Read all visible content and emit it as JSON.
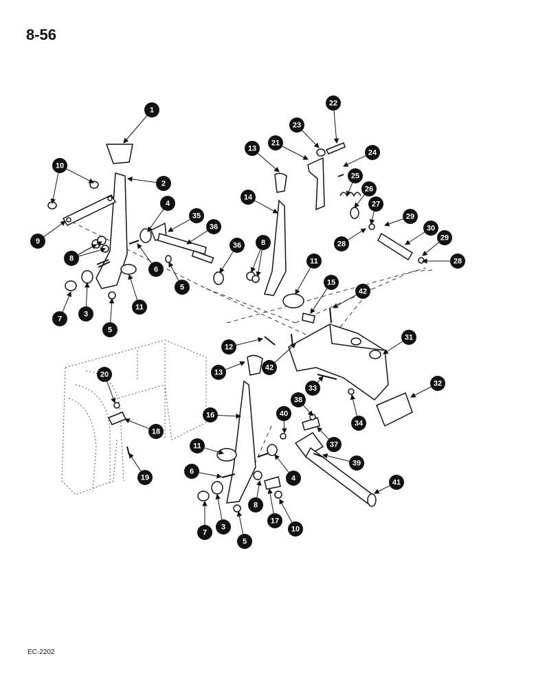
{
  "page": {
    "number": "8-56",
    "code": "EC-2202"
  },
  "diagram": {
    "parts": [
      {
        "label": "1"
      },
      {
        "label": "10"
      },
      {
        "label": "2"
      },
      {
        "label": "4"
      },
      {
        "label": "9"
      },
      {
        "label": "35"
      },
      {
        "label": "36"
      },
      {
        "label": "8"
      },
      {
        "label": "6"
      },
      {
        "label": "3"
      },
      {
        "label": "7"
      },
      {
        "label": "11"
      },
      {
        "label": "5"
      },
      {
        "label": "5"
      },
      {
        "label": "36"
      },
      {
        "label": "13"
      },
      {
        "label": "14"
      },
      {
        "label": "8"
      },
      {
        "label": "11"
      },
      {
        "label": "15"
      },
      {
        "label": "42"
      },
      {
        "label": "22"
      },
      {
        "label": "23"
      },
      {
        "label": "21"
      },
      {
        "label": "24"
      },
      {
        "label": "25"
      },
      {
        "label": "26"
      },
      {
        "label": "27"
      },
      {
        "label": "29"
      },
      {
        "label": "28"
      },
      {
        "label": "30"
      },
      {
        "label": "29"
      },
      {
        "label": "28"
      },
      {
        "label": "12"
      },
      {
        "label": "31"
      },
      {
        "label": "13"
      },
      {
        "label": "42"
      },
      {
        "label": "20"
      },
      {
        "label": "33"
      },
      {
        "label": "32"
      },
      {
        "label": "38"
      },
      {
        "label": "16"
      },
      {
        "label": "18"
      },
      {
        "label": "40"
      },
      {
        "label": "34"
      },
      {
        "label": "37"
      },
      {
        "label": "11"
      },
      {
        "label": "39"
      },
      {
        "label": "19"
      },
      {
        "label": "6"
      },
      {
        "label": "4"
      },
      {
        "label": "41"
      },
      {
        "label": "8"
      },
      {
        "label": "7"
      },
      {
        "label": "3"
      },
      {
        "label": "17"
      },
      {
        "label": "10"
      },
      {
        "label": "5"
      }
    ]
  }
}
